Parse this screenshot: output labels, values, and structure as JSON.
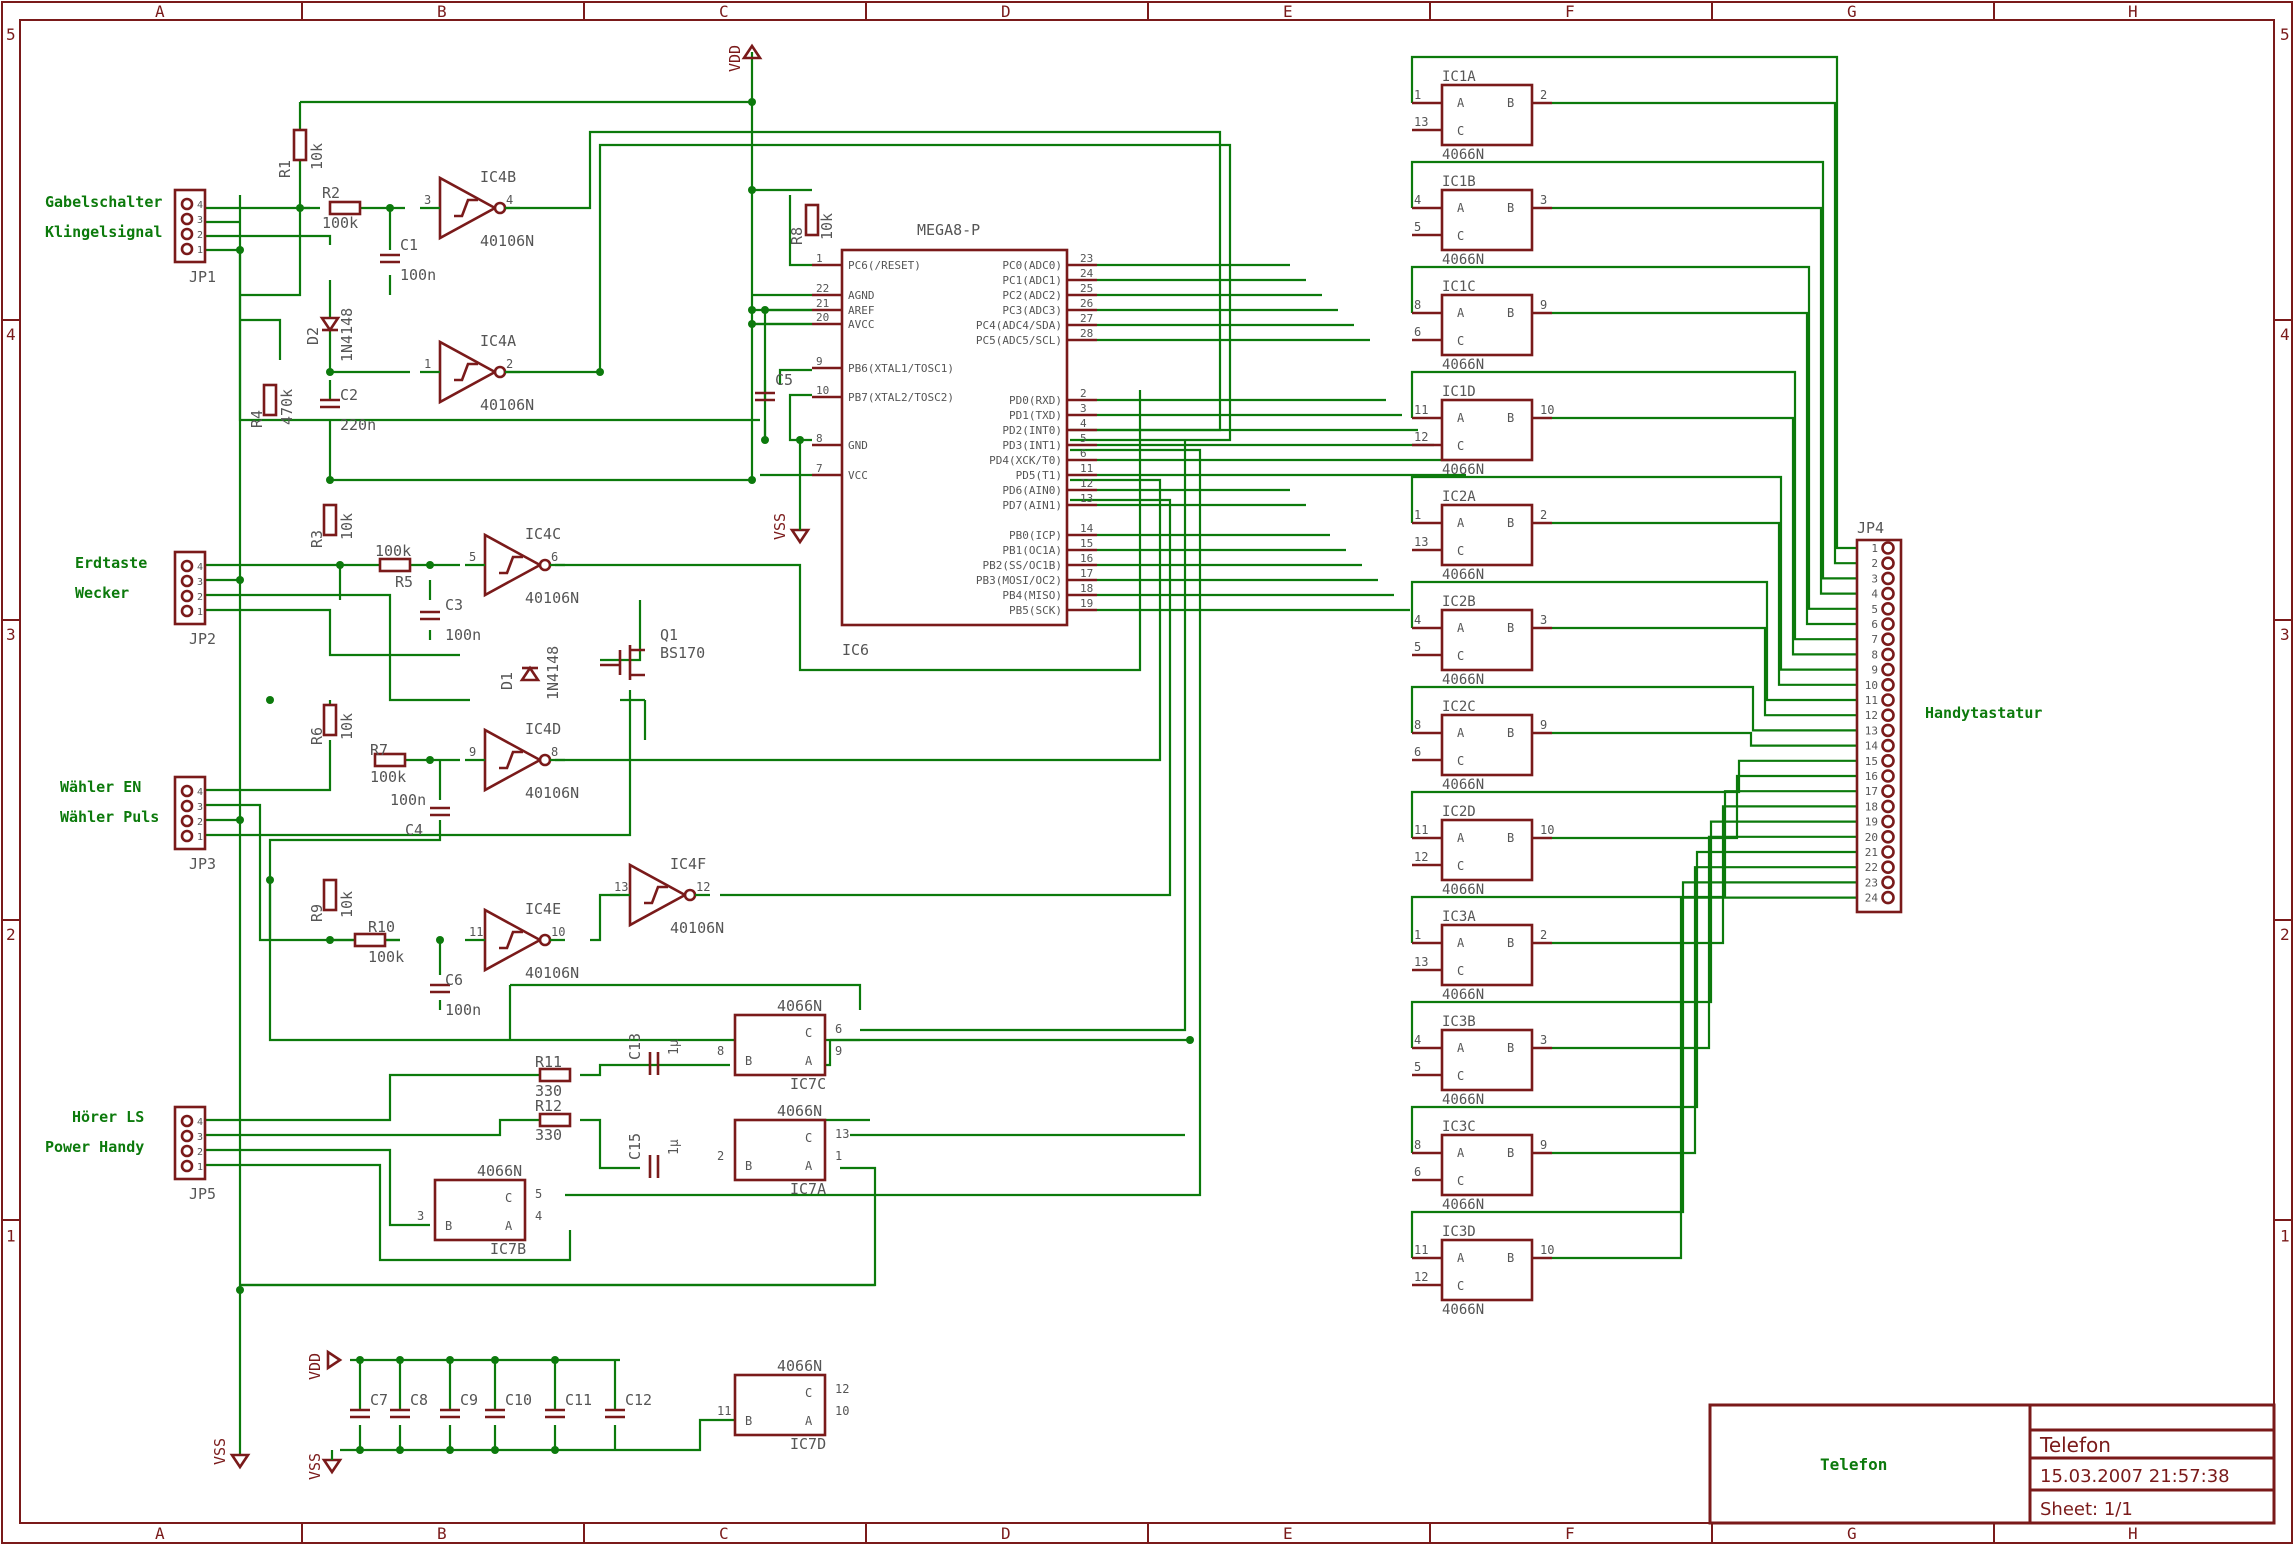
{
  "frame": {
    "columns": [
      "A",
      "B",
      "C",
      "D",
      "E",
      "F",
      "G",
      "H"
    ],
    "rows": [
      "5",
      "4",
      "3",
      "2",
      "1"
    ]
  },
  "title_block": {
    "drawing_title": "Telefon",
    "name": "Telefon",
    "datetime": "15.03.2007 21:57:38",
    "sheet": "Sheet: 1/1"
  },
  "supplies": {
    "vdd": "VDD",
    "vss": "VSS"
  },
  "connectors": {
    "jp1": {
      "ref": "JP1",
      "labels": [
        "Gabelschalter",
        "Klingelsignal"
      ]
    },
    "jp2": {
      "ref": "JP2",
      "labels": [
        "Erdtaste",
        "Wecker"
      ]
    },
    "jp3": {
      "ref": "JP3",
      "labels": [
        "Wähler EN",
        "Wähler Puls"
      ]
    },
    "jp5": {
      "ref": "JP5",
      "labels": [
        "Hörer LS",
        "Power Handy"
      ]
    },
    "jp4": {
      "ref": "JP4",
      "label": "Handytastatur"
    }
  },
  "mcu": {
    "ref": "IC6",
    "name": "MEGA8-P",
    "left_pins": [
      {
        "num": "1",
        "name": "PC6(/RESET)"
      },
      {
        "num": "22",
        "name": "AGND"
      },
      {
        "num": "21",
        "name": "AREF"
      },
      {
        "num": "20",
        "name": "AVCC"
      },
      {
        "num": "9",
        "name": "PB6(XTAL1/TOSC1)"
      },
      {
        "num": "10",
        "name": "PB7(XTAL2/TOSC2)"
      },
      {
        "num": "8",
        "name": "GND"
      },
      {
        "num": "7",
        "name": "VCC"
      }
    ],
    "right_pins": [
      {
        "num": "23",
        "name": "PC0(ADC0)"
      },
      {
        "num": "24",
        "name": "PC1(ADC1)"
      },
      {
        "num": "25",
        "name": "PC2(ADC2)"
      },
      {
        "num": "26",
        "name": "PC3(ADC3)"
      },
      {
        "num": "27",
        "name": "PC4(ADC4/SDA)"
      },
      {
        "num": "28",
        "name": "PC5(ADC5/SCL)"
      },
      {
        "num": "2",
        "name": "PD0(RXD)"
      },
      {
        "num": "3",
        "name": "PD1(TXD)"
      },
      {
        "num": "4",
        "name": "PD2(INT0)"
      },
      {
        "num": "5",
        "name": "PD3(INT1)"
      },
      {
        "num": "6",
        "name": "PD4(XCK/T0)"
      },
      {
        "num": "11",
        "name": "PD5(T1)"
      },
      {
        "num": "12",
        "name": "PD6(AIN0)"
      },
      {
        "num": "13",
        "name": "PD7(AIN1)"
      },
      {
        "num": "14",
        "name": "PB0(ICP)"
      },
      {
        "num": "15",
        "name": "PB1(OC1A)"
      },
      {
        "num": "16",
        "name": "PB2(SS/OC1B)"
      },
      {
        "num": "17",
        "name": "PB3(MOSI/OC2)"
      },
      {
        "num": "18",
        "name": "PB4(MISO)"
      },
      {
        "num": "19",
        "name": "PB5(SCK)"
      }
    ]
  },
  "inverters": [
    {
      "ref": "IC4B",
      "type": "40106N",
      "in": "3",
      "out": "4"
    },
    {
      "ref": "IC4A",
      "type": "40106N",
      "in": "1",
      "out": "2"
    },
    {
      "ref": "IC4C",
      "type": "40106N",
      "in": "5",
      "out": "6"
    },
    {
      "ref": "IC4D",
      "type": "40106N",
      "in": "9",
      "out": "8"
    },
    {
      "ref": "IC4E",
      "type": "40106N",
      "in": "11",
      "out": "10"
    },
    {
      "ref": "IC4F",
      "type": "40106N",
      "in": "13",
      "out": "12"
    }
  ],
  "resistors": [
    {
      "ref": "R1",
      "value": "10k"
    },
    {
      "ref": "R2",
      "value": "100k"
    },
    {
      "ref": "R3",
      "value": "10k"
    },
    {
      "ref": "R4",
      "value": "470k"
    },
    {
      "ref": "R5",
      "value": "100k"
    },
    {
      "ref": "R6",
      "value": "10k"
    },
    {
      "ref": "R7",
      "value": "100k"
    },
    {
      "ref": "R8",
      "value": "10k"
    },
    {
      "ref": "R9",
      "value": "10k"
    },
    {
      "ref": "R10",
      "value": "100k"
    },
    {
      "ref": "R11",
      "value": "330"
    },
    {
      "ref": "R12",
      "value": "330"
    }
  ],
  "capacitors": [
    {
      "ref": "C1",
      "value": "100n"
    },
    {
      "ref": "C2",
      "value": "220n"
    },
    {
      "ref": "C3",
      "value": "100n"
    },
    {
      "ref": "C4",
      "value": "100n"
    },
    {
      "ref": "C5",
      "value": ""
    },
    {
      "ref": "C6",
      "value": "100n"
    },
    {
      "ref": "C7",
      "value": ""
    },
    {
      "ref": "C8",
      "value": ""
    },
    {
      "ref": "C9",
      "value": ""
    },
    {
      "ref": "C10",
      "value": ""
    },
    {
      "ref": "C11",
      "value": ""
    },
    {
      "ref": "C12",
      "value": ""
    },
    {
      "ref": "C13",
      "value": "1µ"
    },
    {
      "ref": "C15",
      "value": "1µ"
    }
  ],
  "diodes": [
    {
      "ref": "D1",
      "value": "1N4148"
    },
    {
      "ref": "D2",
      "value": "1N4148"
    }
  ],
  "transistor": {
    "ref": "Q1",
    "value": "BS170"
  },
  "switches_left": [
    {
      "ref": "IC7C",
      "type": "4066N",
      "pins": [
        "8",
        "6",
        "9"
      ]
    },
    {
      "ref": "IC7A",
      "type": "4066N",
      "pins": [
        "2",
        "13",
        "1"
      ]
    },
    {
      "ref": "IC7B",
      "type": "4066N",
      "pins": [
        "3",
        "5",
        "4"
      ]
    },
    {
      "ref": "IC7D",
      "type": "4066N",
      "pins": [
        "11",
        "12",
        "10"
      ]
    }
  ],
  "switches_right": [
    {
      "ref": "IC1A",
      "type": "4066N",
      "pA": "1",
      "pB": "2",
      "pC": "13"
    },
    {
      "ref": "IC1B",
      "type": "4066N",
      "pA": "4",
      "pB": "3",
      "pC": "5"
    },
    {
      "ref": "IC1C",
      "type": "4066N",
      "pA": "8",
      "pB": "9",
      "pC": "6"
    },
    {
      "ref": "IC1D",
      "type": "4066N",
      "pA": "11",
      "pB": "10",
      "pC": "12"
    },
    {
      "ref": "IC2A",
      "type": "4066N",
      "pA": "1",
      "pB": "2",
      "pC": "13"
    },
    {
      "ref": "IC2B",
      "type": "4066N",
      "pA": "4",
      "pB": "3",
      "pC": "5"
    },
    {
      "ref": "IC2C",
      "type": "4066N",
      "pA": "8",
      "pB": "9",
      "pC": "6"
    },
    {
      "ref": "IC2D",
      "type": "4066N",
      "pA": "11",
      "pB": "10",
      "pC": "12"
    },
    {
      "ref": "IC3A",
      "type": "4066N",
      "pA": "1",
      "pB": "2",
      "pC": "13"
    },
    {
      "ref": "IC3B",
      "type": "4066N",
      "pA": "4",
      "pB": "3",
      "pC": "5"
    },
    {
      "ref": "IC3C",
      "type": "4066N",
      "pA": "8",
      "pB": "9",
      "pC": "6"
    },
    {
      "ref": "IC3D",
      "type": "4066N",
      "pA": "11",
      "pB": "10",
      "pC": "12"
    }
  ],
  "jp4_pins": [
    "1",
    "2",
    "3",
    "4",
    "5",
    "6",
    "7",
    "8",
    "9",
    "10",
    "11",
    "12",
    "13",
    "14",
    "15",
    "16",
    "17",
    "18",
    "19",
    "20",
    "21",
    "22",
    "23",
    "24"
  ]
}
